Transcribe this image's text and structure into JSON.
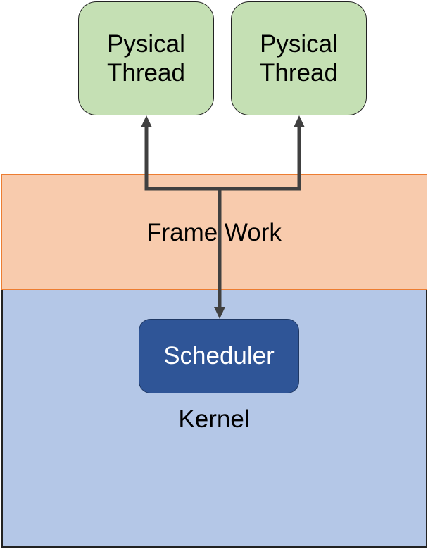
{
  "diagram": {
    "threads": [
      {
        "label": "Pysical Thread"
      },
      {
        "label": "Pysical Thread"
      }
    ],
    "framework": {
      "label": "Frame Work"
    },
    "kernel": {
      "label": "Kernel"
    },
    "scheduler": {
      "label": "Scheduler"
    },
    "colors": {
      "thread_fill": "#c5e0b4",
      "framework_fill": "#f8cbad",
      "framework_border": "#ed7d31",
      "kernel_fill": "#b4c7e7",
      "scheduler_fill": "#2f5597",
      "arrow": "#404040"
    }
  }
}
